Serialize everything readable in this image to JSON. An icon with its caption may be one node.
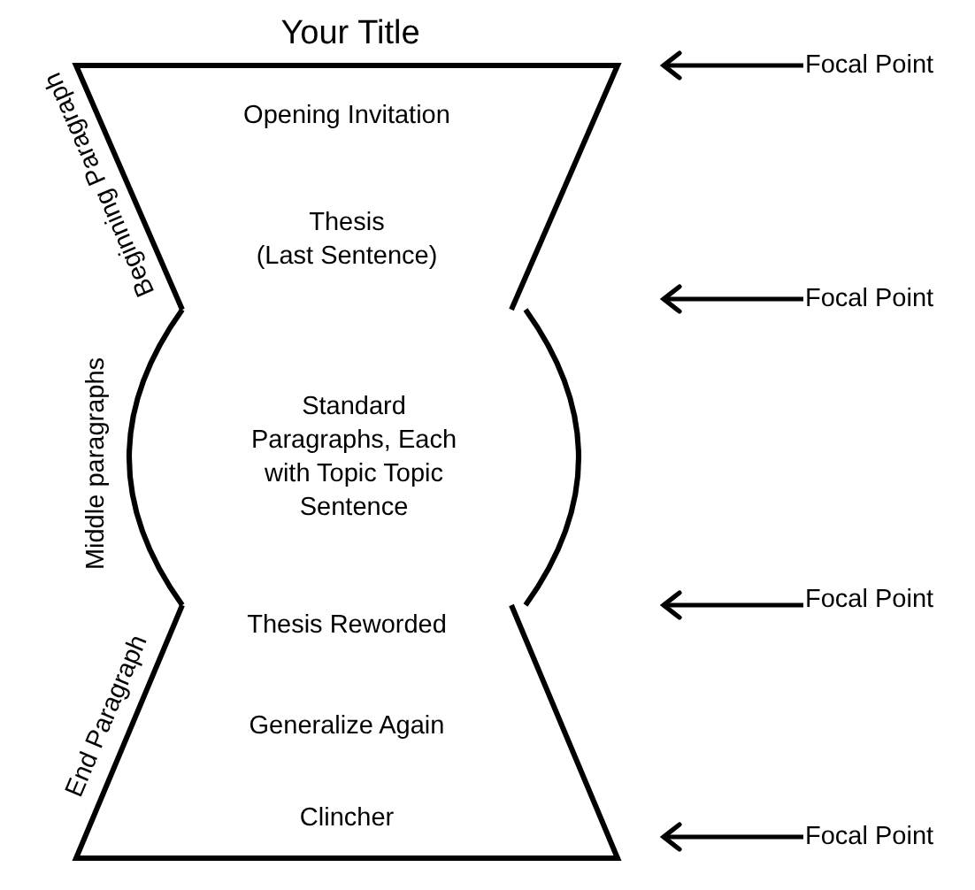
{
  "diagram": {
    "title": "Your Title",
    "nodes": [
      {
        "text": [
          "Beginning Paragraph",
          "Opening Invitation",
          "Thesis (Last Sentence)"
        ]
      },
      {
        "text": [
          "Middle paragraphs",
          "Standard Paragraphs, Each with Topic Topic Sentence"
        ]
      },
      {
        "text": [
          "End Paragraph",
          "Thesis Reworded",
          "Generalize Again",
          "Clincher"
        ]
      },
      {
        "text": [
          "Focal Point"
        ]
      },
      {
        "text": [
          "Focal Point"
        ]
      },
      {
        "text": [
          "Focal Point"
        ]
      },
      {
        "text": [
          "Focal Point"
        ]
      }
    ],
    "edges": [
      {
        "from": 3,
        "to": 0,
        "arrow": "to"
      },
      {
        "from": 4,
        "to": 0,
        "arrow": "to"
      },
      {
        "from": 5,
        "to": 2,
        "arrow": "to"
      },
      {
        "from": 6,
        "to": 2,
        "arrow": "to"
      }
    ]
  }
}
